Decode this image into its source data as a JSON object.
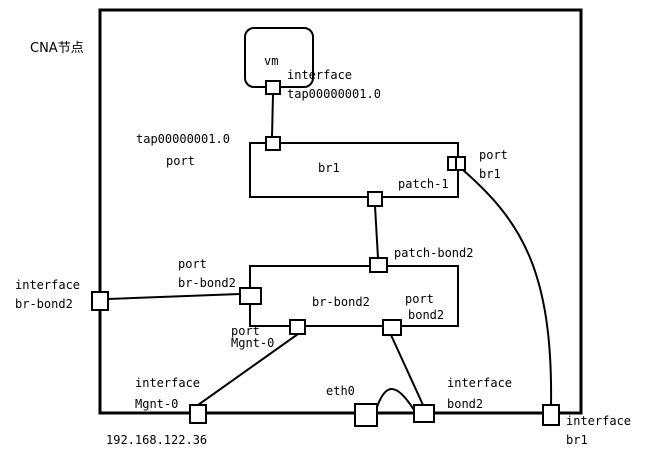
{
  "diagram": {
    "node_label": "CNA节点",
    "vm": {
      "label": "vm"
    },
    "vm_interface": {
      "line1": "interface",
      "line2": "tap00000001.0"
    },
    "tap_port": {
      "line1": "tap00000001.0",
      "line2": "port"
    },
    "br1": {
      "label": "br1",
      "patch_label": "patch-1"
    },
    "br1_port": {
      "line1": "port",
      "line2": "br1"
    },
    "patch_bond2": {
      "label": "patch-bond2"
    },
    "br_bond2": {
      "label": "br-bond2"
    },
    "port_br_bond2": {
      "line1": "port",
      "line2": "br-bond2"
    },
    "port_bond2": {
      "line1": "port",
      "line2": "bond2"
    },
    "port_mgnt": {
      "line1": "port",
      "line2": "Mgnt-0"
    },
    "iface_br_bond2": {
      "line1": "interface",
      "line2": "br-bond2"
    },
    "iface_mgnt": {
      "line1": "interface",
      "line2": "Mgnt-0",
      "ip": "192.168.122.36"
    },
    "eth0": {
      "label": "eth0"
    },
    "iface_bond2": {
      "line1": "interface",
      "line2": "bond2"
    },
    "iface_br1": {
      "line1": "interface",
      "line2": "br1"
    }
  }
}
